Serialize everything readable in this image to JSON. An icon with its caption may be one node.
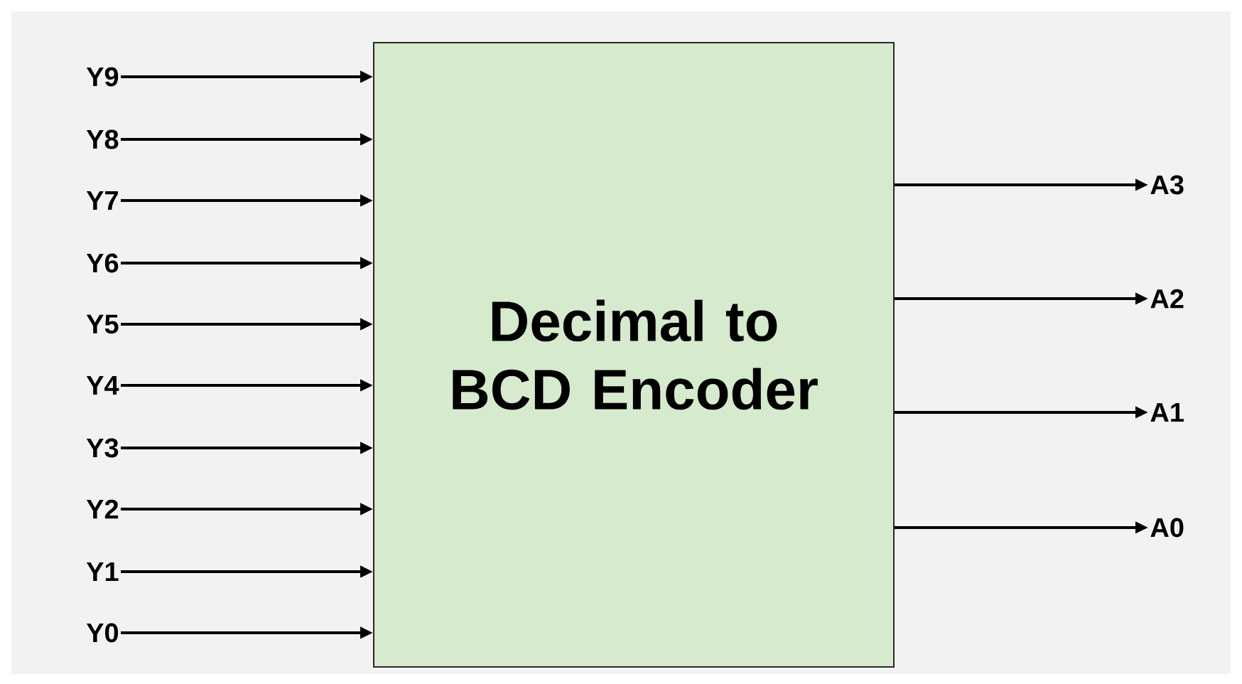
{
  "diagram": {
    "nodes": [
      {
        "text": [
          "Decimal to BCD Encoder"
        ]
      },
      {
        "text": [
          "Y9"
        ]
      },
      {
        "text": [
          "Y8"
        ]
      },
      {
        "text": [
          "Y7"
        ]
      },
      {
        "text": [
          "Y6"
        ]
      },
      {
        "text": [
          "Y5"
        ]
      },
      {
        "text": [
          "Y4"
        ]
      },
      {
        "text": [
          "Y3"
        ]
      },
      {
        "text": [
          "Y2"
        ]
      },
      {
        "text": [
          "Y1"
        ]
      },
      {
        "text": [
          "Y0"
        ]
      },
      {
        "text": [
          "A3"
        ]
      },
      {
        "text": [
          "A2"
        ]
      },
      {
        "text": [
          "A1"
        ]
      },
      {
        "text": [
          "A0"
        ]
      }
    ],
    "edges": [
      {
        "from": 1,
        "to": 0,
        "arrow": "to"
      },
      {
        "from": 2,
        "to": 0,
        "arrow": "to"
      },
      {
        "from": 3,
        "to": 0,
        "arrow": "to"
      },
      {
        "from": 4,
        "to": 0,
        "arrow": "to"
      },
      {
        "from": 5,
        "to": 0,
        "arrow": "to"
      },
      {
        "from": 6,
        "to": 0,
        "arrow": "to"
      },
      {
        "from": 7,
        "to": 0,
        "arrow": "to"
      },
      {
        "from": 8,
        "to": 0,
        "arrow": "to"
      },
      {
        "from": 9,
        "to": 0,
        "arrow": "to"
      },
      {
        "from": 10,
        "to": 0,
        "arrow": "to"
      },
      {
        "from": 0,
        "to": 11,
        "arrow": "to"
      },
      {
        "from": 0,
        "to": 12,
        "arrow": "to"
      },
      {
        "from": 0,
        "to": 13,
        "arrow": "to"
      },
      {
        "from": 0,
        "to": 14,
        "arrow": "to"
      }
    ]
  }
}
